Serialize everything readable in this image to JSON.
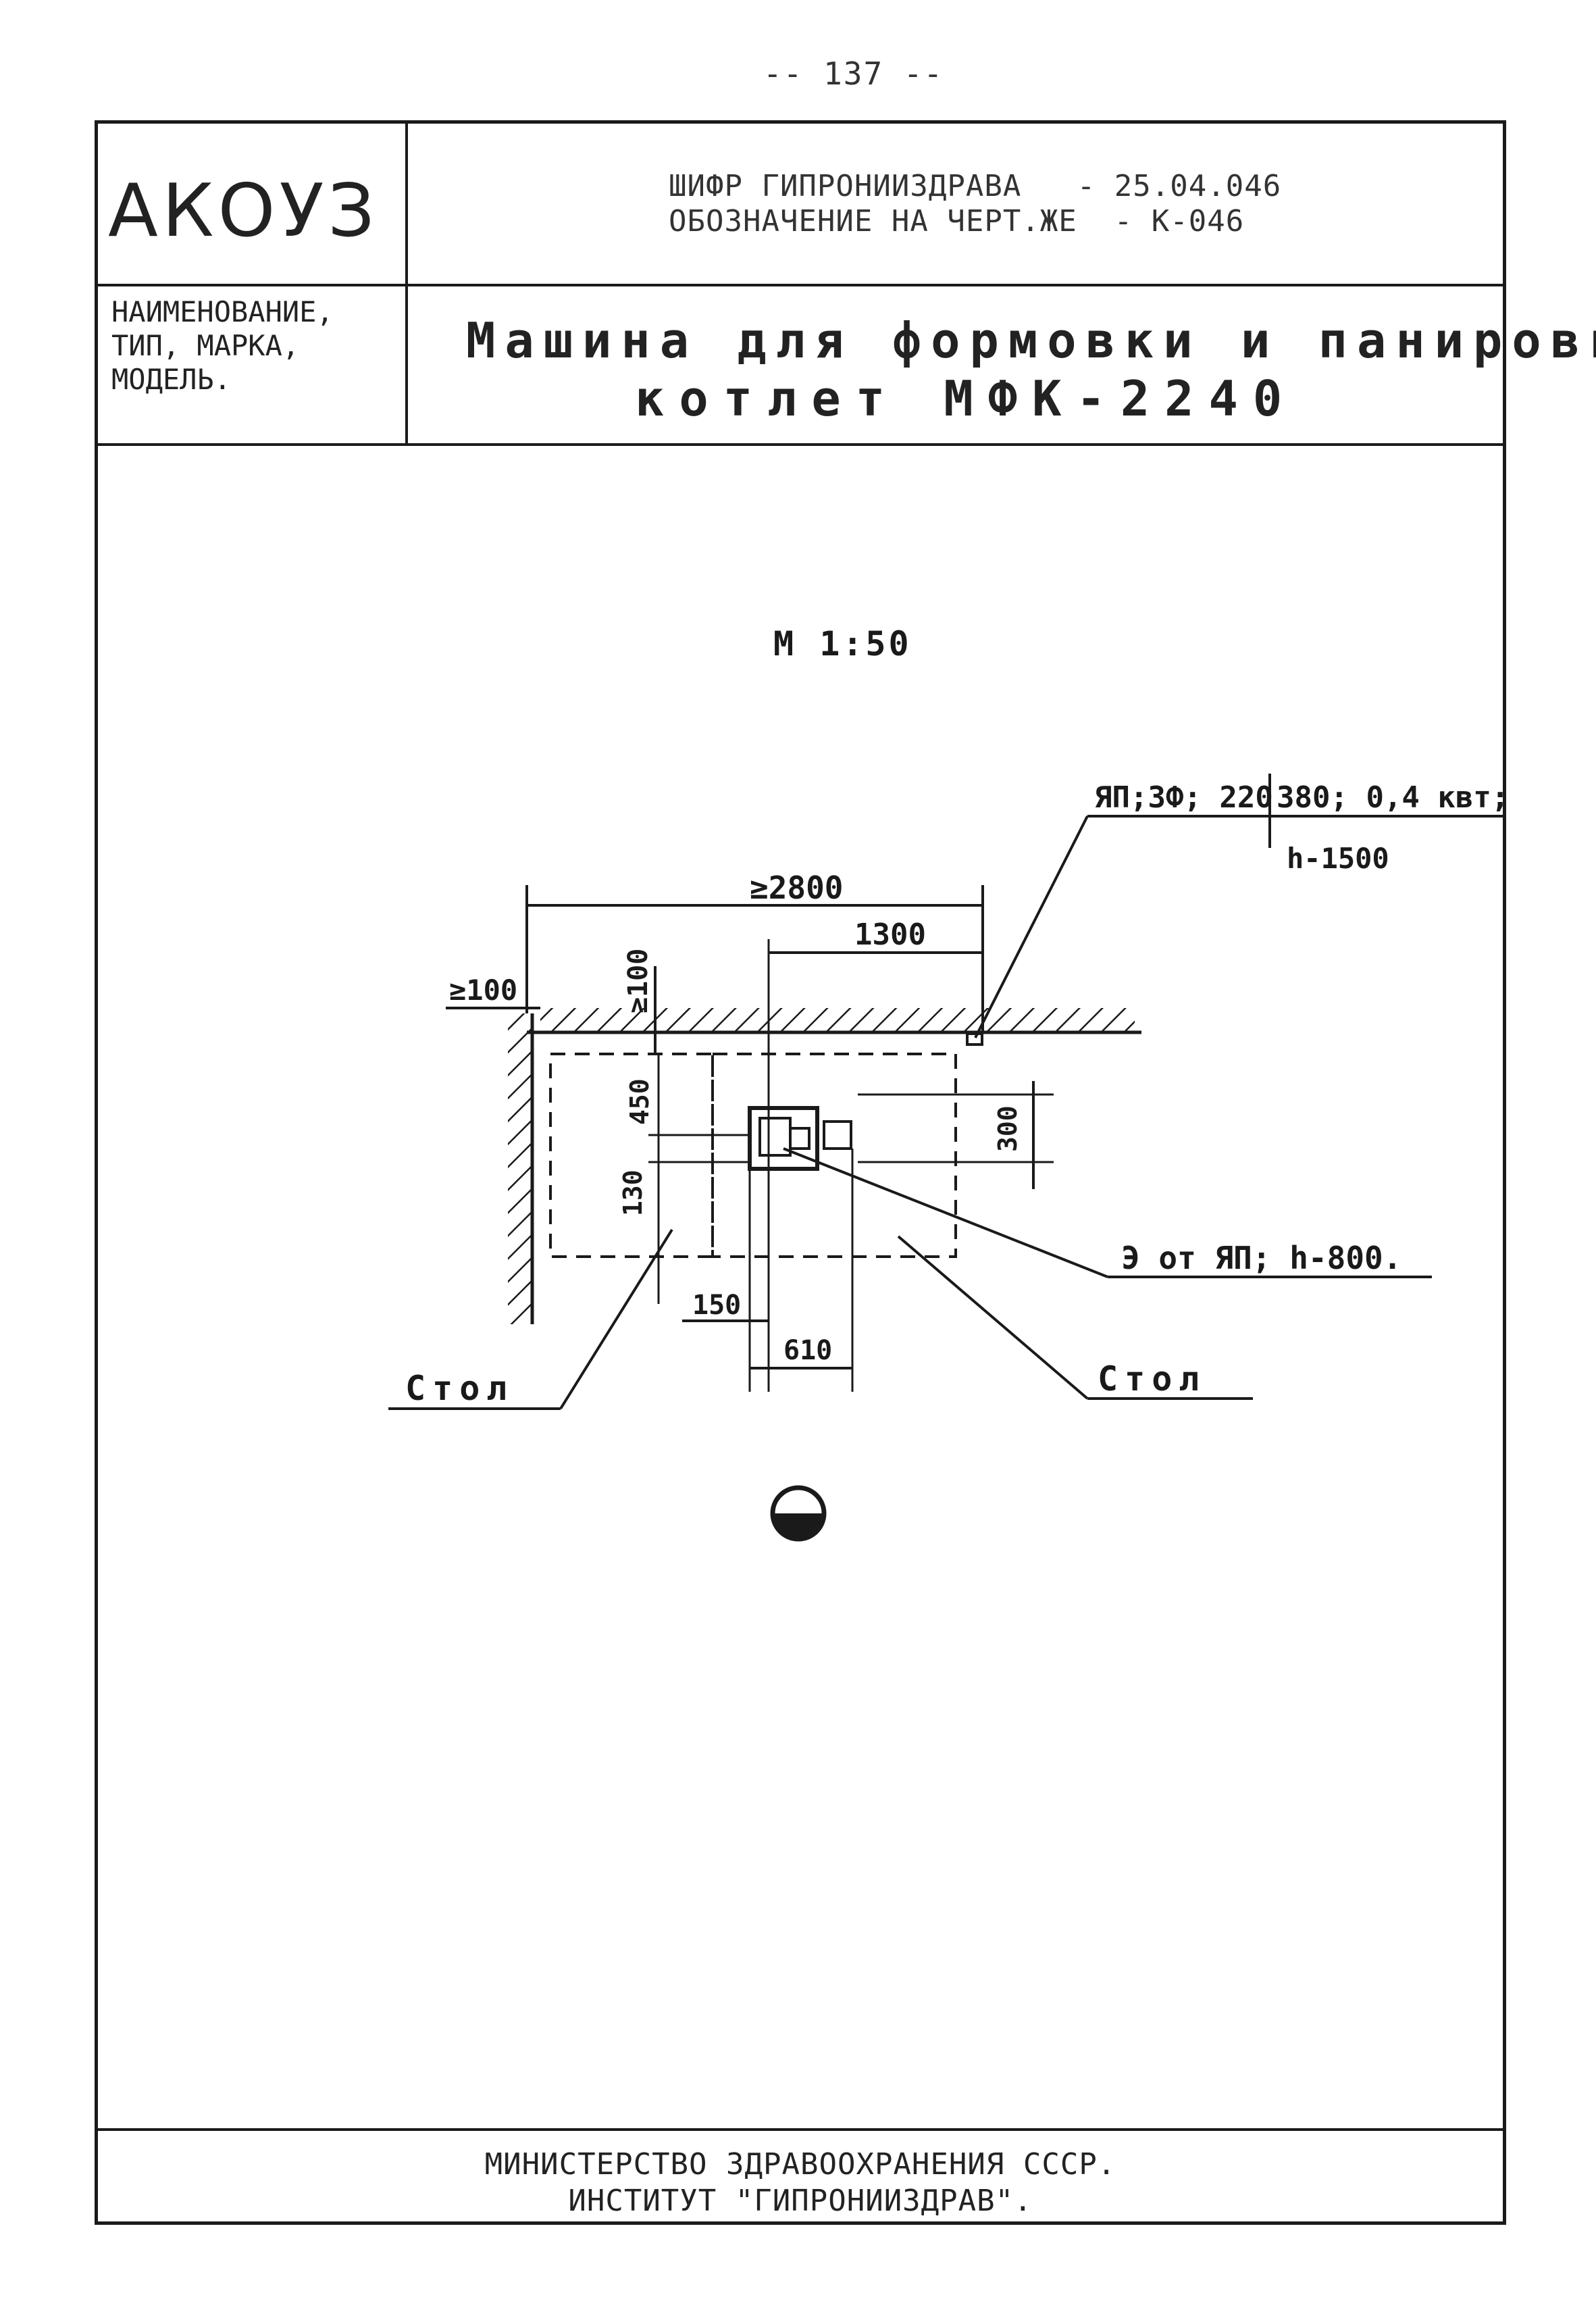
{
  "page_number": "-- 137 --",
  "header": {
    "logo": "АКОУЗ",
    "code_line_1": "ШИФР ГИПРОНИИЗДРАВА   - 25.04.046",
    "code_line_2": "ОБОЗНАЧЕНИЕ НА ЧЕРТ.ЖЕ  - К-046",
    "name_label_1": "НАИМЕНОВАНИЕ,",
    "name_label_2": "ТИП, МАРКА,",
    "name_label_3": "МОДЕЛЬ.",
    "title_line_1": "Машина для формовки и панировки",
    "title_line_2": "котлет МФК-2240"
  },
  "drawing": {
    "scale": "М 1:50",
    "power_spec_1": "ЯП;3Ф; 220",
    "power_spec_2": "380; 0,4 квт;",
    "power_height": "h-1500",
    "dim_total": "≥2800",
    "dim_1300": "1300",
    "dim_side": "≥100",
    "dim_top": "≥100",
    "dim_450": "450",
    "dim_130": "130",
    "dim_300": "300",
    "dim_150": "150",
    "dim_610": "610",
    "ground_note": "Э от ЯП; h-800.",
    "table_left": "Стол",
    "table_right": "Стол"
  },
  "footer": {
    "line_1": "МИНИСТЕРСТВО ЗДРАВООХРАНЕНИЯ СССР.",
    "line_2": "ИНСТИТУТ \"ГИПРОНИИЗДРАВ\"."
  }
}
